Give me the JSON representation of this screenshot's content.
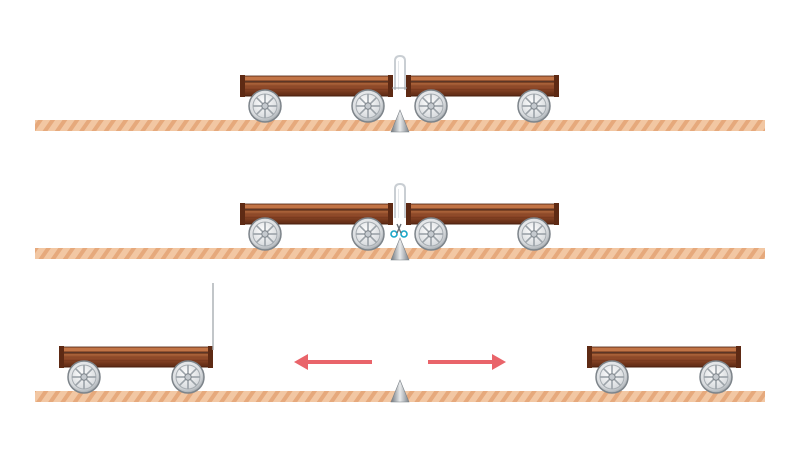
{
  "diagram": {
    "panels": [
      {
        "id": "panel-1",
        "state": "spring-compressed-thread-intact"
      },
      {
        "id": "panel-2",
        "state": "thread-being-cut"
      },
      {
        "id": "panel-3",
        "state": "carts-moving-apart"
      }
    ],
    "arrows": [
      {
        "id": "arrow-left",
        "direction": "left"
      },
      {
        "id": "arrow-right",
        "direction": "right"
      }
    ],
    "colors": {
      "track": "#f2c7a3",
      "track_stripe": "#e6a97c",
      "cart_wood": "#7a3a1e",
      "cart_wood_light": "#b0683e",
      "wheel": "#d9dcdf",
      "arrow": "#e9646a",
      "scissors": "#1aa6c8",
      "spring": "#c9ced3",
      "pivot": "#9aa0a6"
    }
  }
}
